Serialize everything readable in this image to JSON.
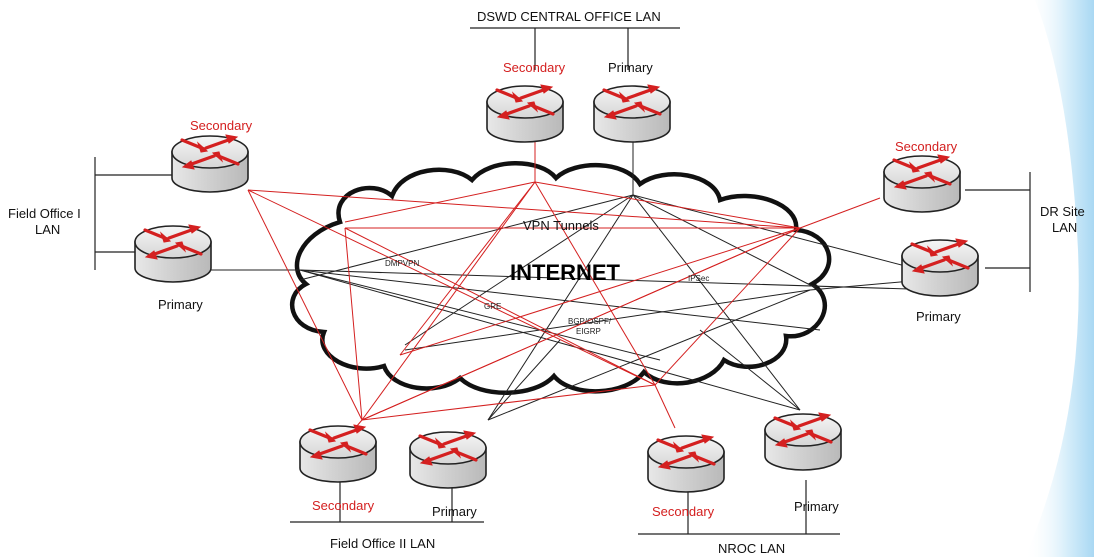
{
  "title": "DSWD CENTRAL OFFICE LAN",
  "cloud": {
    "name": "INTERNET",
    "tunnels_label": "VPN Tunnels",
    "protocols": [
      "DMPVPN",
      "IPSec",
      "GRE",
      "BGP/OSPF/",
      "EIGRP"
    ]
  },
  "sites": {
    "central": {
      "secondary": "Secondary",
      "primary": "Primary"
    },
    "field1": {
      "name_line1": "Field Office I",
      "name_line2": "LAN",
      "secondary": "Secondary",
      "primary": "Primary"
    },
    "drsite": {
      "name_line1": "DR Site",
      "name_line2": "LAN",
      "secondary": "Secondary",
      "primary": "Primary"
    },
    "field2": {
      "name": "Field Office II LAN",
      "secondary": "Secondary",
      "primary": "Primary"
    },
    "nroc": {
      "name": "NROC LAN",
      "secondary": "Secondary",
      "primary": "Primary"
    }
  },
  "colors": {
    "secondary_link": "#d42020",
    "primary_link": "#222222",
    "router_top": "#ececec",
    "router_body": "#d8d8d8",
    "arrow": "#d42020",
    "accent_shape": "#bfe3f7"
  },
  "icons": [
    "router-icon",
    "cloud-icon"
  ]
}
